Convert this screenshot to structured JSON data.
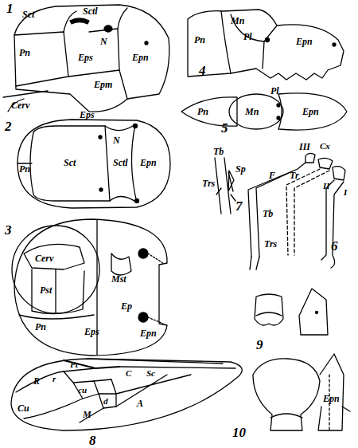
{
  "diagram": {
    "labels": [
      "1",
      "Sct",
      "Sctl",
      "Pn",
      "N",
      "Eps",
      "Epn",
      "Epm",
      "Cerv",
      "2",
      "Eps",
      "N",
      "Pn",
      "Sct",
      "Sctl",
      "Epn",
      "3",
      "Cerv",
      "Pst",
      "Mst",
      "Ep",
      "Pn",
      "Eps",
      "Epn",
      "4",
      "Mn",
      "Pn",
      "Pl",
      "Epn",
      "5",
      "Pl",
      "Pn",
      "Mn",
      "Epn",
      "6",
      "III",
      "F",
      "Tr",
      "Cx",
      "II",
      "I",
      "Tb",
      "Trs",
      "7",
      "Tb",
      "Sp",
      "Trs",
      "8",
      "Pt",
      "C",
      "Sc",
      "R",
      "r",
      "cu",
      "Cu",
      "M",
      "d",
      "A",
      "9",
      "10",
      "Epn"
    ]
  }
}
